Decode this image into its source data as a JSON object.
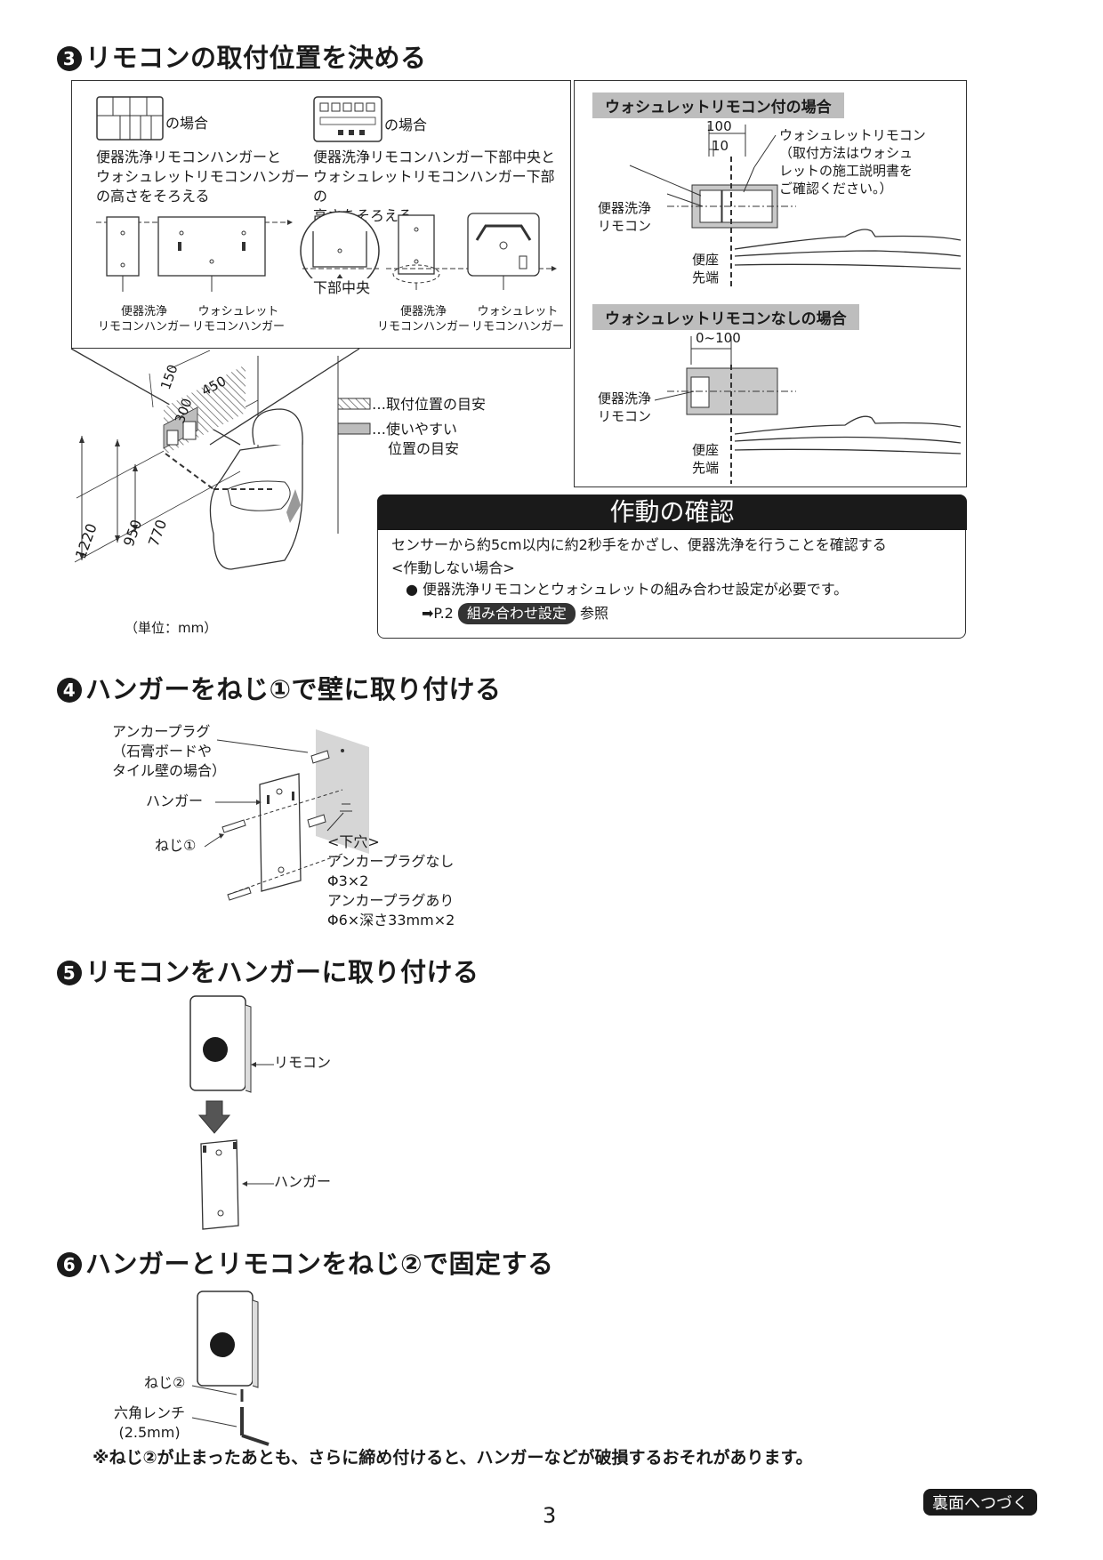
{
  "sections": {
    "s3": {
      "num": "3",
      "title": "リモコンの取付位置を決める"
    },
    "s4": {
      "num": "4",
      "title": "ハンガーをねじ①で壁に取り付ける"
    },
    "s5": {
      "num": "5",
      "title": "リモコンをハンガーに取り付ける"
    },
    "s6": {
      "num": "6",
      "title": "ハンガーとリモコンをねじ②で固定する"
    }
  },
  "case_a": {
    "suffix": "の場合",
    "desc": [
      "便器洗浄リモコンハンガーと",
      "ウォシュレットリモコンハンガー",
      "の高さをそろえる"
    ],
    "label1": [
      "便器洗浄",
      "リモコンハンガー"
    ],
    "label2": [
      "ウォシュレット",
      "リモコンハンガー"
    ]
  },
  "case_b": {
    "suffix": "の場合",
    "desc": [
      "便器洗浄リモコンハンガー下部中央と",
      "ウォシュレットリモコンハンガー下部の",
      "高さをそろえる"
    ],
    "bottom_center": "下部中央",
    "label1": [
      "便器洗浄",
      "リモコンハンガー"
    ],
    "label2": [
      "ウォシュレット",
      "リモコンハンガー"
    ]
  },
  "with_remote": {
    "title": "ウォシュレットリモコン付の場合",
    "dim1": "100",
    "dim2": "10",
    "remote_label": [
      "ウォシュレットリモコン",
      "（取付方法はウォシュ",
      "レットの施工説明書を",
      "ご確認ください。）"
    ],
    "flush_label": [
      "便器洗浄",
      "リモコン"
    ],
    "seat_label": [
      "便座",
      "先端"
    ]
  },
  "without_remote": {
    "title": "ウォシュレットリモコンなしの場合",
    "dim": "0~100",
    "flush_label": [
      "便器洗浄",
      "リモコン"
    ],
    "seat_label": [
      "便座",
      "先端"
    ]
  },
  "legend": {
    "hatch": "…取付位置の目安",
    "gray": [
      "…使いやすい",
      "位置の目安"
    ]
  },
  "dims": {
    "d150": "150",
    "d450": "450",
    "d300": "300",
    "d1220": "1220",
    "d950": "950",
    "d770": "770",
    "unit": "（単位：mm）"
  },
  "operation": {
    "title": "作動の確認",
    "line1": "センサーから約5cm以内に約2秒手をかざし、便器洗浄を行うことを確認する",
    "line2": "<作動しない場合>",
    "bullet": "便器洗浄リモコンとウォシュレットの組み合わせ設定が必要です。",
    "ref_prefix": "➡P.2",
    "ref_pill": "組み合わせ設定",
    "ref_suffix": "参照"
  },
  "step4": {
    "anchor": [
      "アンカープラグ",
      "（石膏ボードや",
      "タイル壁の場合）"
    ],
    "hanger": "ハンガー",
    "screw": "ねじ①",
    "hole": [
      "<下穴>",
      "アンカープラグなし",
      "Φ3×2",
      "アンカープラグあり",
      "Φ6×深さ33mm×2"
    ]
  },
  "step5": {
    "remote": "リモコン",
    "hanger": "ハンガー"
  },
  "step6": {
    "screw": "ねじ②",
    "wrench": [
      "六角レンチ",
      "(2.5mm)"
    ]
  },
  "warning": "※ねじ②が止まったあとも、さらに締め付けると、ハンガーなどが破損するおそれがあります。",
  "page_number": "3",
  "continue": "裏面へつづく"
}
